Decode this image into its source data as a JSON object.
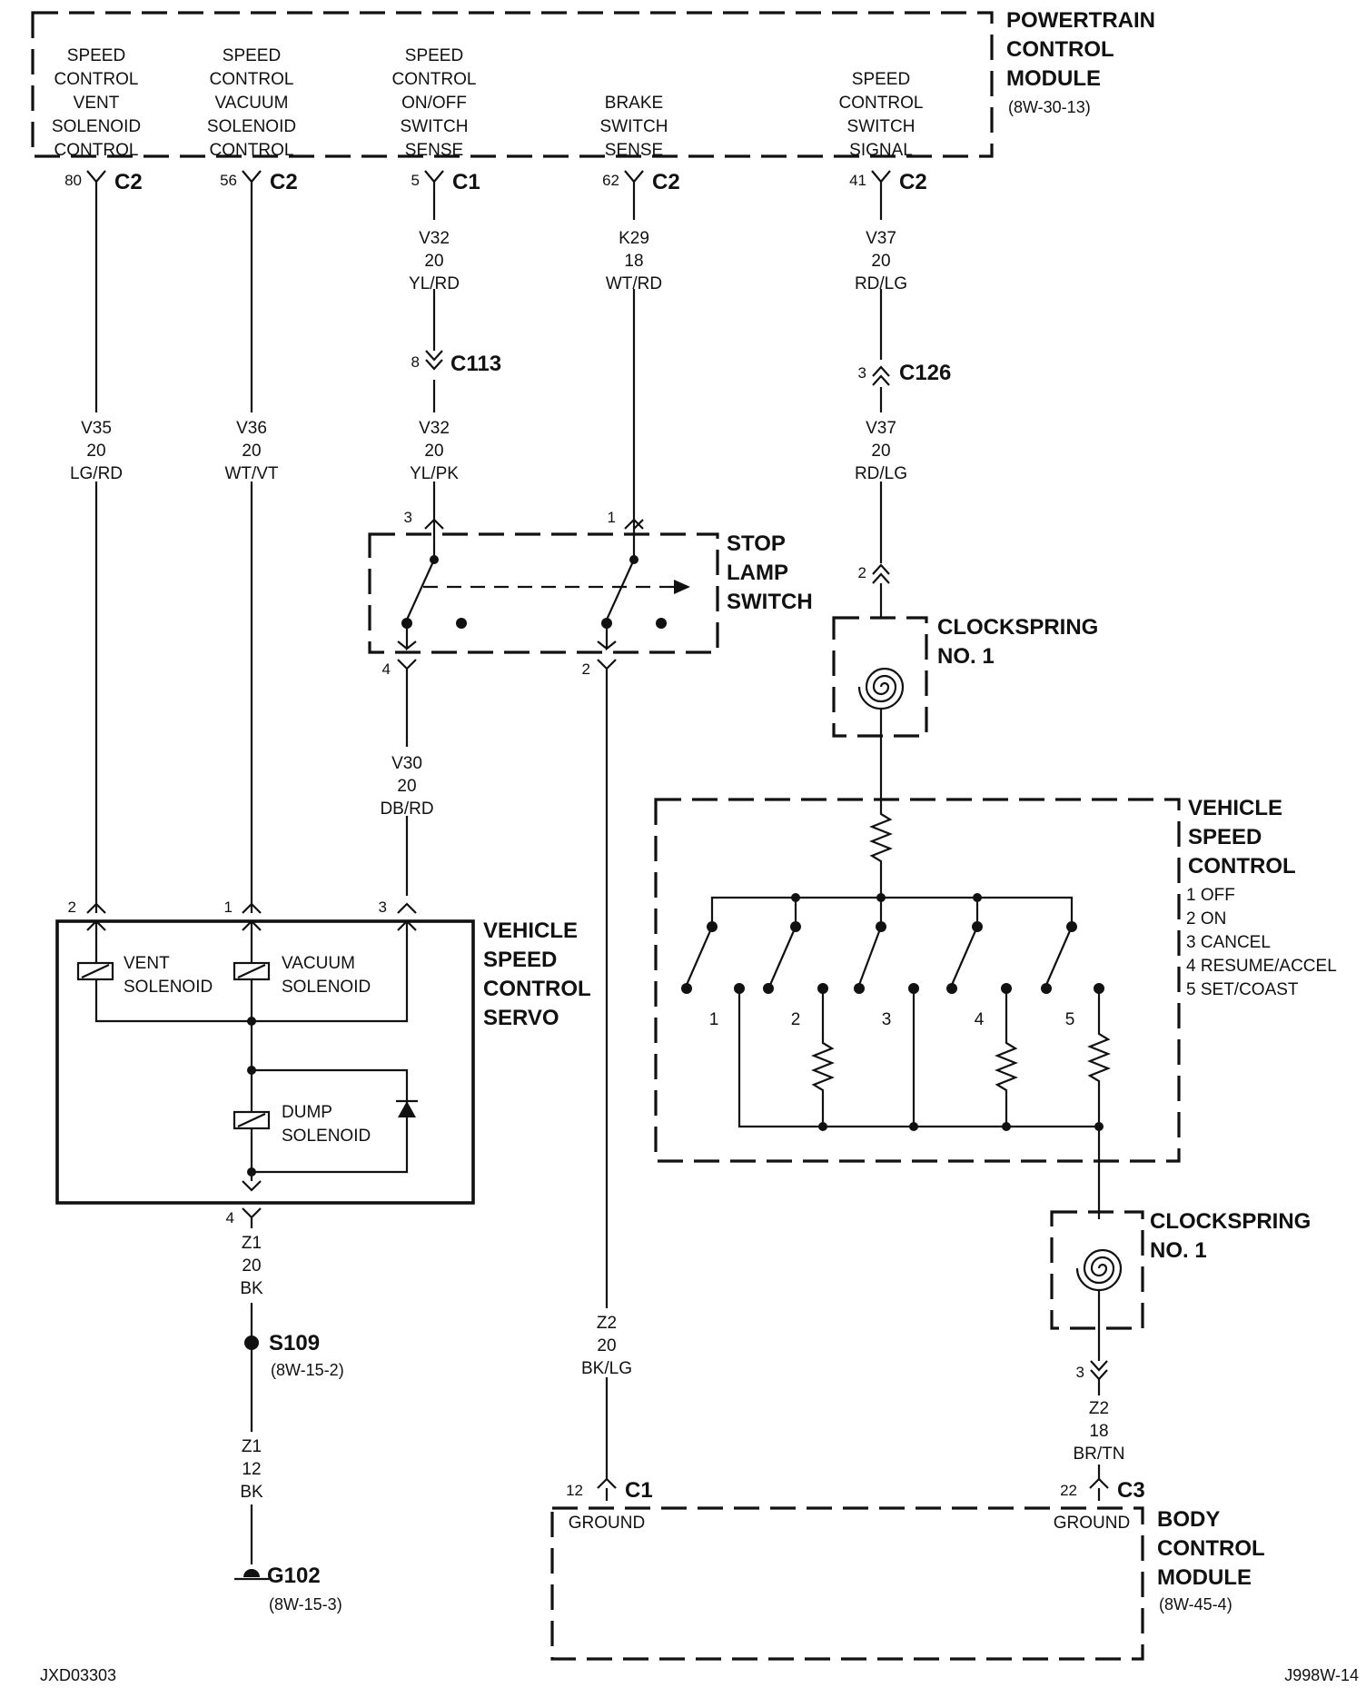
{
  "pcm": {
    "title": [
      "POWERTRAIN",
      "CONTROL",
      "MODULE"
    ],
    "ref": "(8W-30-13)",
    "circuits": [
      {
        "lines": [
          "SPEED",
          "CONTROL",
          "VENT",
          "SOLENOID",
          "CONTROL"
        ],
        "pin": "80",
        "conn": "C2"
      },
      {
        "lines": [
          "SPEED",
          "CONTROL",
          "VACUUM",
          "SOLENOID",
          "CONTROL"
        ],
        "pin": "56",
        "conn": "C2"
      },
      {
        "lines": [
          "SPEED",
          "CONTROL",
          "ON/OFF",
          "SWITCH",
          "SENSE"
        ],
        "pin": "5",
        "conn": "C1"
      },
      {
        "lines": [
          "BRAKE",
          "SWITCH",
          "SENSE"
        ],
        "pin": "62",
        "conn": "C2"
      },
      {
        "lines": [
          "SPEED",
          "CONTROL",
          "SWITCH",
          "SIGNAL"
        ],
        "pin": "41",
        "conn": "C2"
      }
    ]
  },
  "wires": {
    "v35": [
      "V35",
      "20",
      "LG/RD"
    ],
    "v36": [
      "V36",
      "20",
      "WT/VT"
    ],
    "v32a": [
      "V32",
      "20",
      "YL/RD"
    ],
    "v32b": [
      "V32",
      "20",
      "YL/PK"
    ],
    "k29": [
      "K29",
      "18",
      "WT/RD"
    ],
    "v37a": [
      "V37",
      "20",
      "RD/LG"
    ],
    "v37b": [
      "V37",
      "20",
      "RD/LG"
    ],
    "v30": [
      "V30",
      "20",
      "DB/RD"
    ],
    "z1a": [
      "Z1",
      "20",
      "BK"
    ],
    "z1b": [
      "Z1",
      "12",
      "BK"
    ],
    "z2a": [
      "Z2",
      "20",
      "BK/LG"
    ],
    "z2b": [
      "Z2",
      "18",
      "BR/TN"
    ]
  },
  "connectors": {
    "c113": {
      "pin": "8",
      "name": "C113"
    },
    "c126": {
      "pin": "3",
      "name": "C126"
    }
  },
  "stop_lamp": {
    "title": [
      "STOP",
      "LAMP",
      "SWITCH"
    ],
    "pins": {
      "in_a": "3",
      "in_b": "1",
      "out_a": "4",
      "out_b": "2"
    }
  },
  "clockspring_top": {
    "title": [
      "CLOCKSPRING",
      "NO. 1"
    ],
    "pin": "2"
  },
  "clockspring_bottom": {
    "title": [
      "CLOCKSPRING",
      "NO. 1"
    ],
    "pin": "3"
  },
  "vsc_switch": {
    "title": [
      "VEHICLE",
      "SPEED",
      "CONTROL"
    ],
    "legend": [
      "1 OFF",
      "2 ON",
      "3 CANCEL",
      "4 RESUME/ACCEL",
      "5 SET/COAST"
    ],
    "positions": [
      "1",
      "2",
      "3",
      "4",
      "5"
    ]
  },
  "servo": {
    "title": [
      "VEHICLE",
      "SPEED",
      "CONTROL",
      "SERVO"
    ],
    "pins": {
      "vent": "2",
      "vacuum": "1",
      "v30": "3",
      "ground": "4"
    },
    "vent_label": [
      "VENT",
      "SOLENOID"
    ],
    "vacuum_label": [
      "VACUUM",
      "SOLENOID"
    ],
    "dump_label": [
      "DUMP",
      "SOLENOID"
    ]
  },
  "splice": {
    "name": "S109",
    "ref": "(8W-15-2)"
  },
  "ground_point": {
    "name": "G102",
    "ref": "(8W-15-3)"
  },
  "bcm": {
    "title": [
      "BODY",
      "CONTROL",
      "MODULE"
    ],
    "ref": "(8W-45-4)",
    "left": {
      "pin": "12",
      "conn": "C1",
      "label": "GROUND"
    },
    "right": {
      "pin": "22",
      "conn": "C3",
      "label": "GROUND"
    }
  },
  "footer": {
    "left": "JXD03303",
    "right": "J998W-14"
  }
}
